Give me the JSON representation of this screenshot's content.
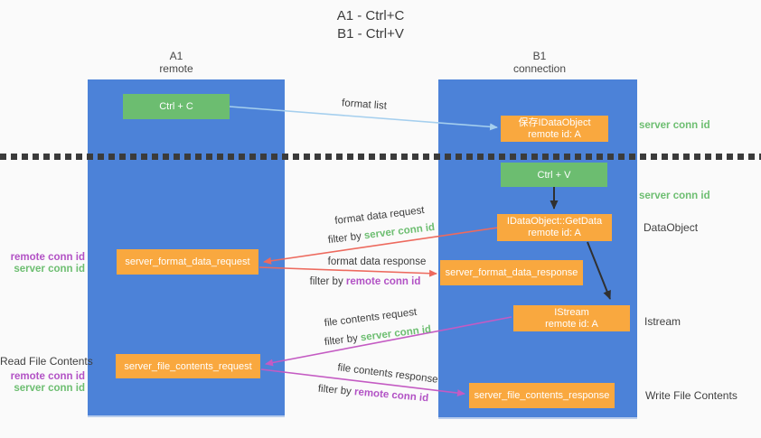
{
  "title": {
    "line1": "A1 - Ctrl+C",
    "line2": "B1 - Ctrl+V"
  },
  "columns": {
    "a": {
      "id": "A1",
      "subtitle": "remote"
    },
    "b": {
      "id": "B1",
      "subtitle": "connection"
    }
  },
  "boxes": {
    "ctrl_c": "Ctrl + C",
    "ctrl_v": "Ctrl + V",
    "save_dataobject": {
      "line1": "保存IDataObject",
      "line2": "remote id: A"
    },
    "getdata": {
      "line1": "IDataObject::GetData",
      "line2": "remote id: A"
    },
    "istream": {
      "line1": "IStream",
      "line2": "remote id: A"
    },
    "format_request": "server_format_data_request",
    "format_response": "server_format_data_response",
    "file_request": "server_file_contents_request",
    "file_response": "server_file_contents_response"
  },
  "side_labels": {
    "server_conn_id": "server conn id",
    "remote_conn_id": "remote conn id",
    "dataobject": "DataObject",
    "istream": "Istream",
    "read_file_contents": "Read File Contents",
    "write_file_contents": "Write File Contents"
  },
  "arrow_labels": {
    "format_list": "format list",
    "format_data_request": "format data request",
    "format_data_response": "format data response",
    "file_contents_request": "file contents request",
    "file_contents_response": "file contents response",
    "filter_by": "filter by",
    "server_conn_id": "server conn id",
    "remote_conn_id": "remote conn id"
  },
  "colors": {
    "lane_blue": "#4c82d8",
    "box_green": "#6cbd70",
    "box_orange": "#f9a83f",
    "arrow_light_blue": "#a5cfee",
    "arrow_red": "#ed6a5e",
    "arrow_magenta": "#c45bc3",
    "arrow_black": "#303030",
    "text_green": "#6dbe71",
    "text_purple": "#b252c5",
    "text_dark": "#3d3d3d",
    "background": "#fafafa"
  }
}
